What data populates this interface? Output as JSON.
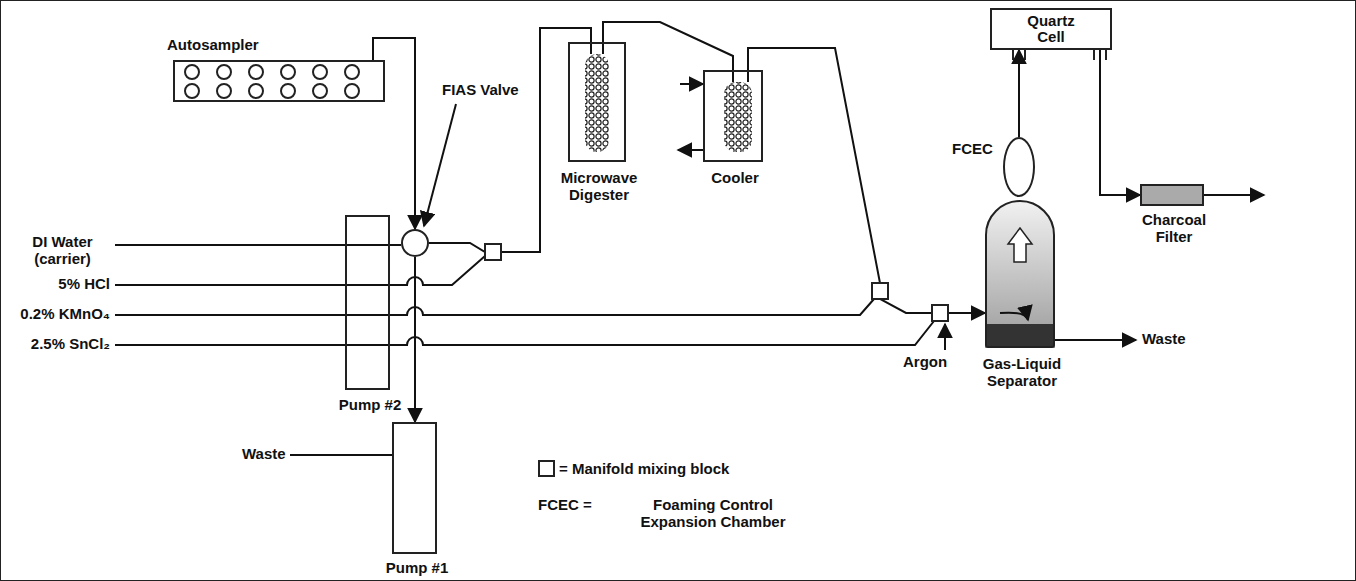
{
  "diagram": {
    "nodes": [
      {
        "text": [
          "Autosampler"
        ]
      },
      {
        "text": [
          "FIAS Valve"
        ]
      },
      {
        "text": [
          "Pump #2"
        ]
      },
      {
        "text": [
          "Pump #1"
        ]
      },
      {
        "text": [
          "Microwave Digester"
        ]
      },
      {
        "text": [
          "Cooler"
        ]
      },
      {
        "text": [
          "Quartz Cell"
        ]
      },
      {
        "text": [
          "FCEC"
        ]
      },
      {
        "text": [
          "Gas-Liquid Separator"
        ]
      },
      {
        "text": [
          "Charcoal Filter"
        ]
      }
    ],
    "edges": [
      {
        "from": 0,
        "to": 1,
        "arrow": "to"
      },
      {
        "from": 1,
        "to": 3,
        "arrow": "to"
      },
      {
        "from": 1,
        "to": 4,
        "arrow": "none"
      },
      {
        "from": 4,
        "to": 5,
        "arrow": "none"
      },
      {
        "from": 5,
        "to": 8,
        "arrow": "to"
      },
      {
        "from": 7,
        "to": 6,
        "arrow": "to"
      },
      {
        "from": 6,
        "to": 9,
        "arrow": "to"
      }
    ],
    "labels": [
      "DI Water (carrier)",
      "5% HCl",
      "0.2% KMnO₄",
      "2.5% SnCl₂",
      "Waste",
      "Waste",
      "Argon",
      "FCEC =",
      "Foaming Control Expansion Chamber"
    ],
    "legend": [
      {
        "text": "= Manifold mixing block"
      }
    ]
  }
}
